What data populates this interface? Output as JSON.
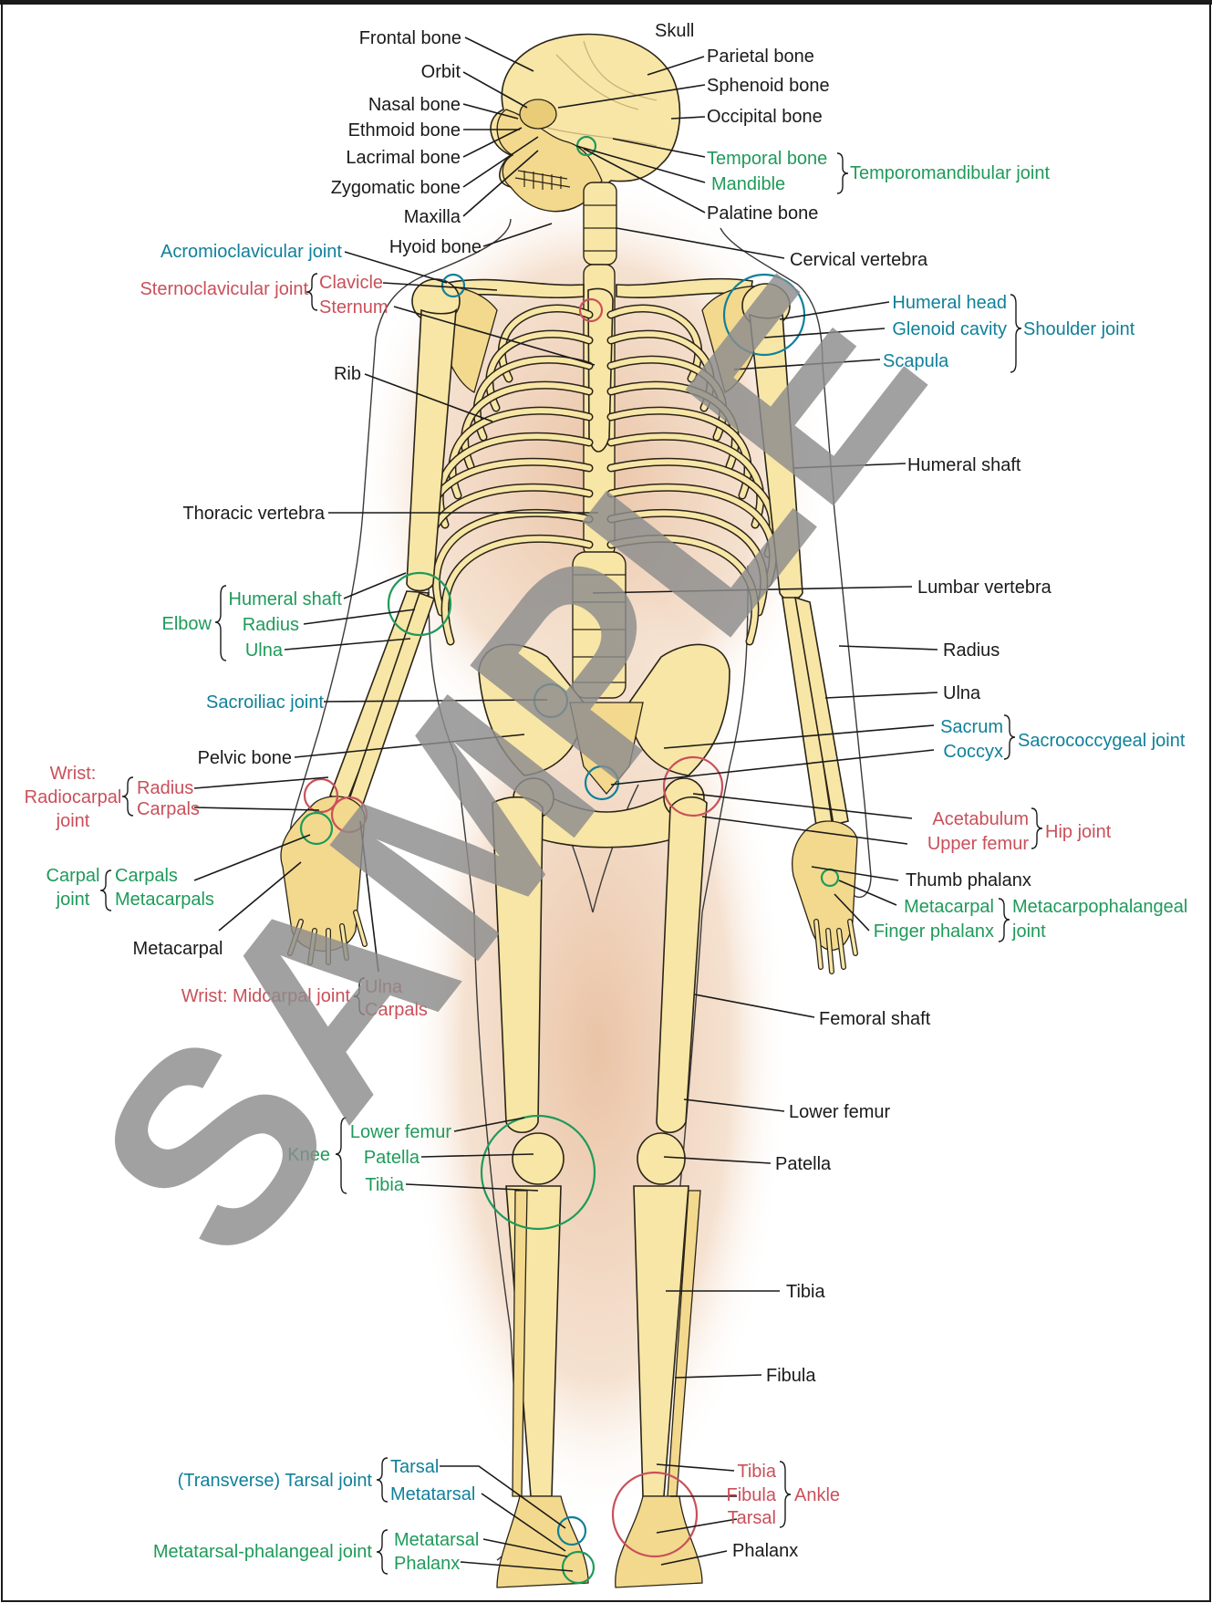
{
  "colors": {
    "bone_fill": "#f8e6a6",
    "body_glow": "#e6b996",
    "skeleton_label": "#1a1a1a",
    "joint_green": "#1f9a5a",
    "joint_blue": "#10809a",
    "joint_red": "#c9505a",
    "watermark_gray": "#8d8d8d"
  },
  "watermark": "SAMPLE",
  "labels": {
    "frontal_bone": "Frontal bone",
    "skull": "Skull",
    "parietal_bone": "Parietal bone",
    "orbit": "Orbit",
    "sphenoid_bone": "Sphenoid bone",
    "nasal_bone": "Nasal bone",
    "occipital_bone": "Occipital bone",
    "ethmoid_bone": "Ethmoid bone",
    "lacrimal_bone": "Lacrimal bone",
    "temporal_bone": "Temporal bone",
    "temporomandibular_joint": "Temporomandibular joint",
    "zygomatic_bone": "Zygomatic bone",
    "mandible": "Mandible",
    "maxilla": "Maxilla",
    "palatine_bone": "Palatine bone",
    "hyoid_bone": "Hyoid bone",
    "acromioclavicular_joint": "Acromioclavicular joint",
    "cervical_vertebra": "Cervical vertebra",
    "sternoclavicular_joint": "Sternoclavicular joint",
    "clavicle": "Clavicle",
    "sternum": "Sternum",
    "humeral_head": "Humeral head",
    "glenoid_cavity": "Glenoid cavity",
    "shoulder_joint": "Shoulder joint",
    "scapula": "Scapula",
    "rib": "Rib",
    "humeral_shaft_right": "Humeral shaft",
    "thoracic_vertebra": "Thoracic vertebra",
    "humeral_shaft_elbow": "Humeral shaft",
    "elbow": "Elbow",
    "radius_elbow": "Radius",
    "ulna_elbow": "Ulna",
    "lumbar_vertebra": "Lumbar vertebra",
    "radius_right": "Radius",
    "ulna_right": "Ulna",
    "sacroiliac_joint": "Sacroiliac joint",
    "sacrum": "Sacrum",
    "coccyx": "Coccyx",
    "sacrococcygeal_joint": "Sacrococcygeal joint",
    "pelvic_bone": "Pelvic bone",
    "wrist_rc_1": "Wrist:",
    "wrist_rc_2": "Radiocarpal",
    "wrist_rc_3": "joint",
    "radius_wrist": "Radius",
    "carpals_wrist": "Carpals",
    "acetabulum": "Acetabulum",
    "upper_femur": "Upper femur",
    "hip_joint": "Hip joint",
    "carpal_joint_1": "Carpal",
    "carpal_joint_2": "joint",
    "carpals_cj": "Carpals",
    "metacarpals_cj": "Metacarpals",
    "thumb_phalanx": "Thumb phalanx",
    "metacarpal_right": "Metacarpal",
    "mcp_joint_1": "Metacarpophalangeal",
    "mcp_joint_2": "joint",
    "finger_phalanx": "Finger phalanx",
    "metacarpal_left": "Metacarpal",
    "wrist_midcarpal": "Wrist: Midcarpal joint",
    "ulna_mid": "Ulna",
    "carpals_mid": "Carpals",
    "femoral_shaft": "Femoral shaft",
    "lower_femur_right": "Lower femur",
    "knee": "Knee",
    "lower_femur_knee": "Lower femur",
    "patella_knee": "Patella",
    "tibia_knee": "Tibia",
    "patella_right": "Patella",
    "tibia_right": "Tibia",
    "fibula_right": "Fibula",
    "tarsal_joint": "(Transverse) Tarsal joint",
    "tarsal_tj": "Tarsal",
    "metatarsal_tj": "Metatarsal",
    "tibia_ankle": "Tibia",
    "fibula_ankle": "Fibula",
    "tarsal_ankle": "Tarsal",
    "ankle": "Ankle",
    "mtp_joint": "Metatarsal-phalangeal joint",
    "metatarsal_mtp": "Metatarsal",
    "phalanx_mtp": "Phalanx",
    "phalanx_right": "Phalanx"
  }
}
